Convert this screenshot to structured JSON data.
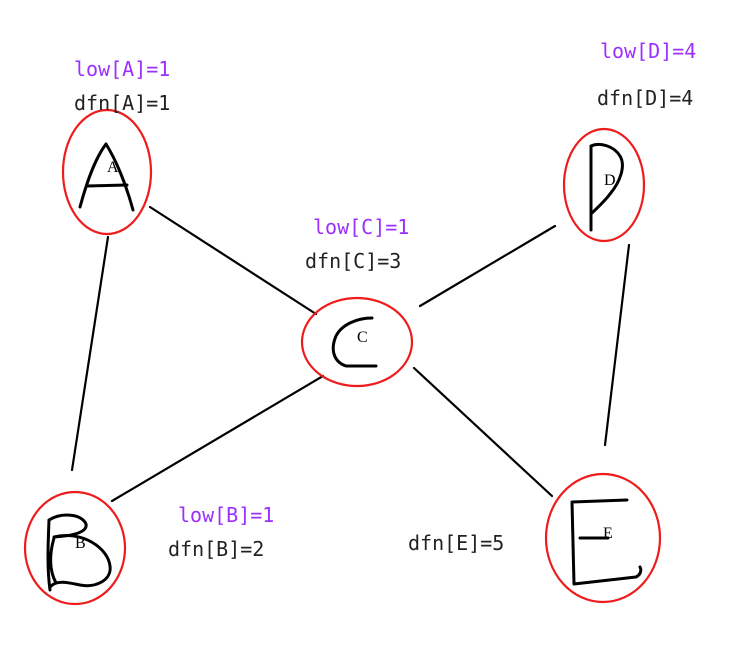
{
  "graph": {
    "nodes": [
      {
        "id": "A",
        "label": "A",
        "low": "low[A]=1",
        "dfn": "dfn[A]=1"
      },
      {
        "id": "B",
        "label": "B",
        "low": "low[B]=1",
        "dfn": "dfn[B]=2"
      },
      {
        "id": "C",
        "label": "C",
        "low": "low[C]=1",
        "dfn": "dfn[C]=3"
      },
      {
        "id": "D",
        "label": "D",
        "low": "low[D]=4",
        "dfn": "dfn[D]=4"
      },
      {
        "id": "E",
        "label": "E",
        "low": "",
        "dfn": "dfn[E]=5"
      }
    ],
    "edges": [
      {
        "from": "A",
        "to": "B"
      },
      {
        "from": "A",
        "to": "C"
      },
      {
        "from": "B",
        "to": "C"
      },
      {
        "from": "C",
        "to": "D"
      },
      {
        "from": "C",
        "to": "E"
      },
      {
        "from": "D",
        "to": "E"
      }
    ],
    "colors": {
      "node_outline": "#ee1c1c",
      "edge": "#000000",
      "low_text": "#9b30ff",
      "dfn_text": "#222222"
    }
  }
}
